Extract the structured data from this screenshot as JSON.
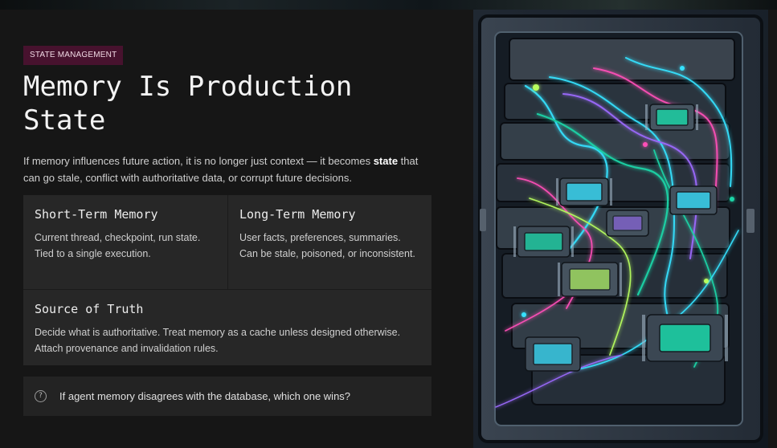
{
  "badge": "STATE MANAGEMENT",
  "title": "Memory Is Production State",
  "intro": {
    "before": "If memory influences future action, it is no longer just context — it becomes ",
    "bold": "state",
    "after": " that can go stale, conflict with authoritative data, or corrupt future decisions."
  },
  "cards": {
    "short_term": {
      "title": "Short-Term Memory",
      "body": "Current thread, checkpoint, run state. Tied to a single execution."
    },
    "long_term": {
      "title": "Long-Term Memory",
      "body": "User facts, preferences, summaries. Can be stale, poisoned, or inconsistent."
    },
    "source_of_truth": {
      "title": "Source of Truth",
      "body": "Decide what is authoritative. Treat memory as a cache unless designed otherwise. Attach provenance and invalidation rules."
    }
  },
  "question": {
    "icon": "question-circle-icon",
    "text": "If agent memory disagrees with the database, which one wins?"
  },
  "illustration": {
    "name": "server-chip-illustration",
    "colors": {
      "cyan": "#35e2ff",
      "teal": "#1ad6a8",
      "pink": "#ff4fb8",
      "purple": "#9d6bff",
      "lime": "#b8ff5f"
    }
  }
}
